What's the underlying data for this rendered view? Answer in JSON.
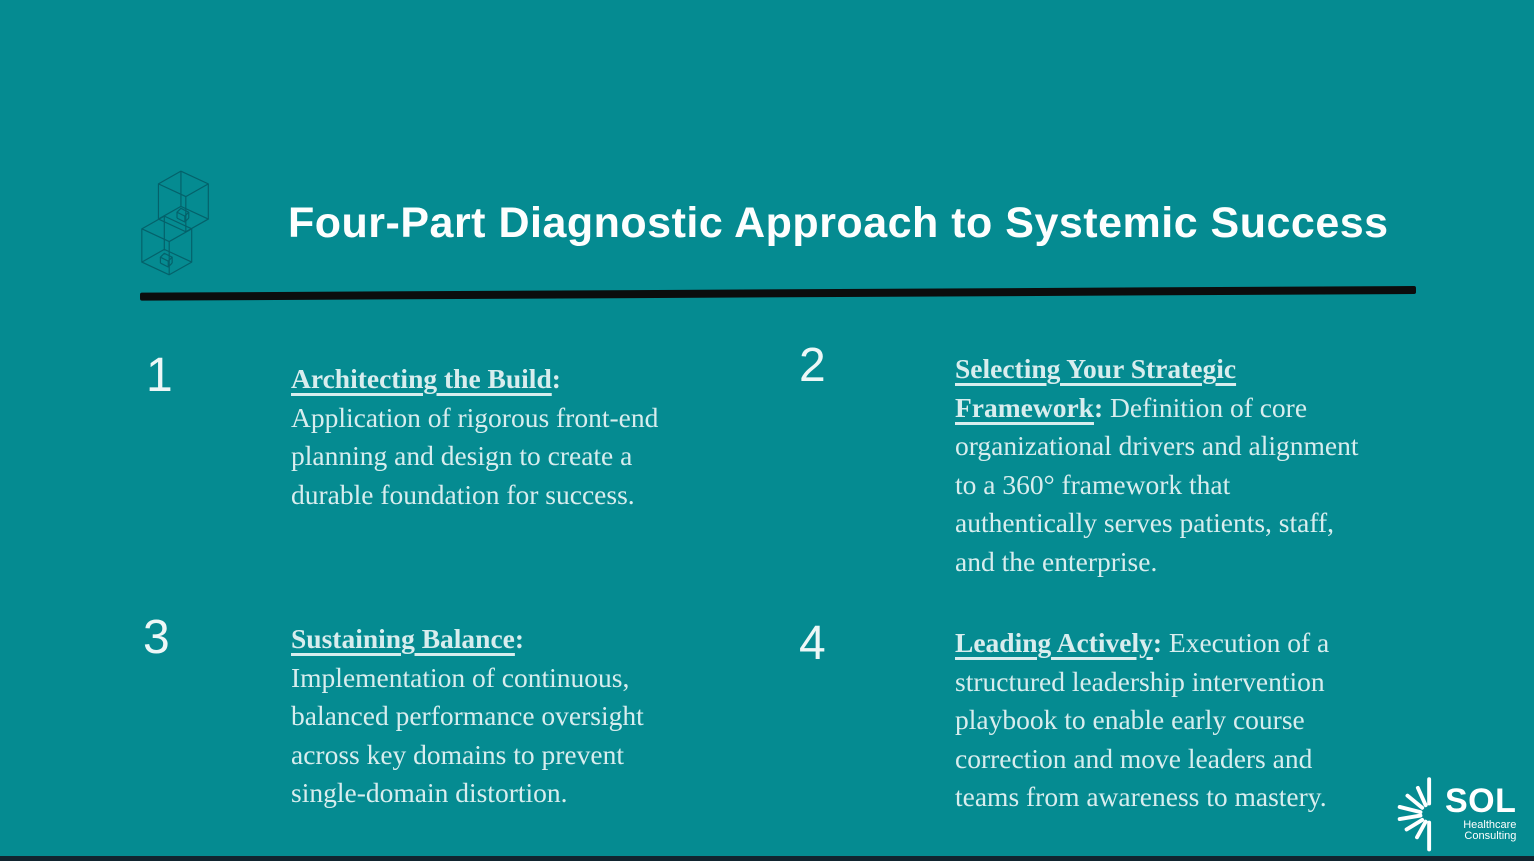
{
  "slide": {
    "title": "Four-Part Diagnostic Approach to Systemic Success",
    "items": [
      {
        "number": "1",
        "heading": "Architecting the Build",
        "colon": ":",
        "body": "\nApplication of rigorous front-end\nplanning and design to create a\ndurable foundation for success."
      },
      {
        "number": "2",
        "heading": "Selecting Your Strategic\nFramework",
        "colon": ":",
        "body": " Definition of core\norganizational drivers and alignment\nto a 360° framework that\nauthentically serves patients, staff,\nand the enterprise."
      },
      {
        "number": "3",
        "heading": "Sustaining Balance",
        "colon": ":",
        "body": "\nImplementation of continuous,\nbalanced performance oversight\nacross key domains to prevent\nsingle-domain distortion."
      },
      {
        "number": "4",
        "heading": "Leading Actively",
        "colon": ":",
        "body": " Execution of a\nstructured leadership intervention\nplaybook to enable early course\ncorrection and move leaders and\nteams from awareness to mastery."
      }
    ],
    "logo": {
      "wordmark": "SOL",
      "subtitle": "Healthcare\nConsulting"
    },
    "colors": {
      "background": "#058B91",
      "title_text": "#FDFEFE",
      "body_text": "#D8EDEE",
      "divider": "#0B0D0D",
      "cube_stroke": "#04616A",
      "bottom_strip": "#11242F",
      "logo_white": "#FFFFFF"
    }
  }
}
